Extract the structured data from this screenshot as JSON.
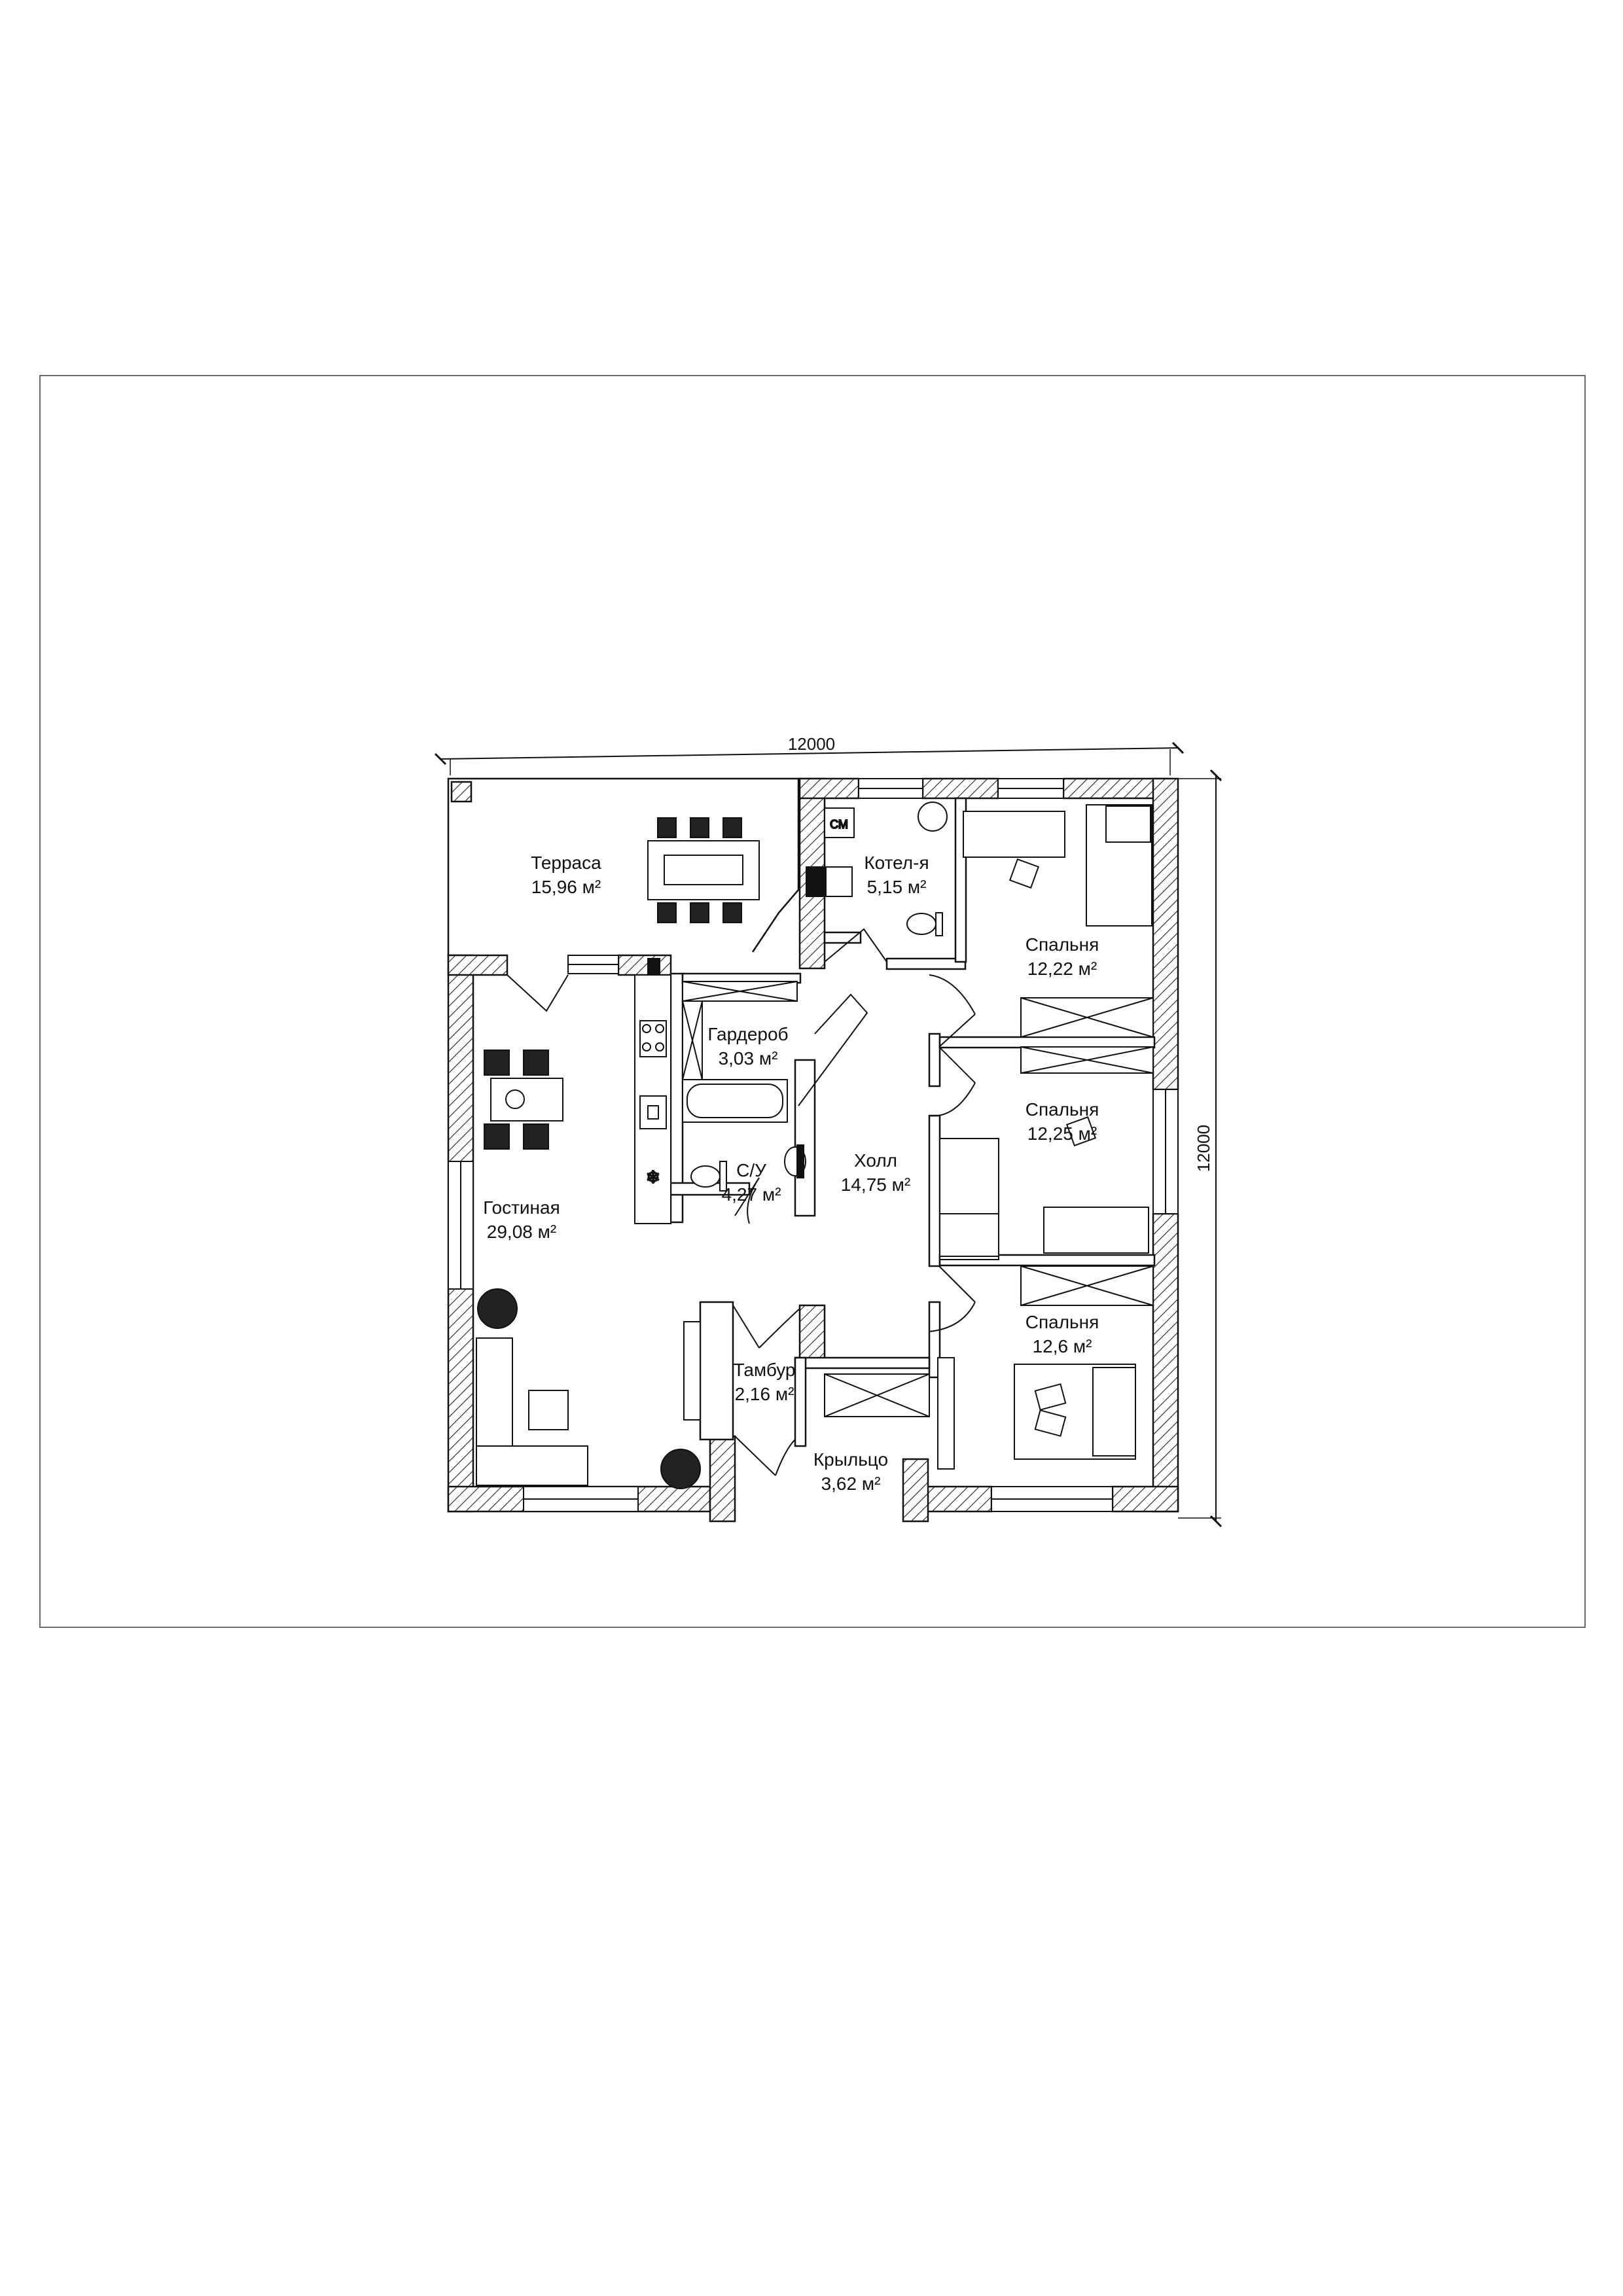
{
  "dimensions": {
    "width": "12000",
    "height": "12000"
  },
  "rooms": [
    {
      "id": "terrace",
      "name": "Терраса",
      "area": "15,96 м²"
    },
    {
      "id": "boiler",
      "name": "Котел-я",
      "area": "5,15 м²"
    },
    {
      "id": "bedroom1",
      "name": "Спальня",
      "area": "12,22 м²"
    },
    {
      "id": "wardrobe",
      "name": "Гардероб",
      "area": "3,03 м²"
    },
    {
      "id": "bedroom2",
      "name": "Спальня",
      "area": "12,25 м²"
    },
    {
      "id": "bathroom",
      "name": "С/У",
      "area": "4,27 м²"
    },
    {
      "id": "hall",
      "name": "Холл",
      "area": "14,75 м²"
    },
    {
      "id": "living",
      "name": "Гостиная",
      "area": "29,08 м²"
    },
    {
      "id": "bedroom3",
      "name": "Спальня",
      "area": "12,6 м²"
    },
    {
      "id": "vestibule",
      "name": "Тамбур",
      "area": "2,16 м²"
    },
    {
      "id": "porch",
      "name": "Крыльцо",
      "area": "3,62 м²"
    }
  ],
  "labels": {
    "washing_machine": "СМ"
  }
}
